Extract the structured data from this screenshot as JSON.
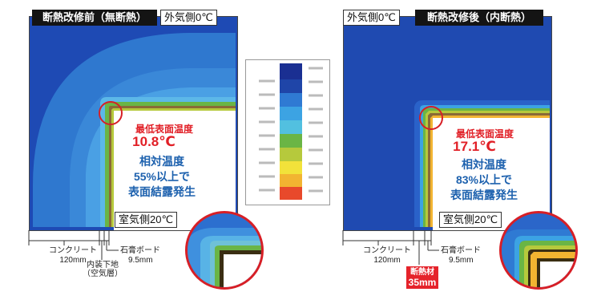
{
  "left_panel": {
    "title": "断熱改修前（無断熱）",
    "outside_label": "外気側0℃",
    "room_label": "室気側20℃",
    "min_temp_heading": "最低表面温度",
    "min_temp_value": "10.8℃",
    "humidity_heading": "相対温度",
    "humidity_value": "55%以上で",
    "condensation": "表面結露発生",
    "dims": {
      "concrete": "コンクリート",
      "concrete_size": "120mm",
      "inner_base": "内装下地",
      "inner_base_note": "（空気層）",
      "gypsum": "石膏ボード",
      "gypsum_size": "9.5mm"
    }
  },
  "right_panel": {
    "title": "断熱改修後（内断熱）",
    "outside_label": "外気側0℃",
    "room_label": "室気側20℃",
    "min_temp_heading": "最低表面温度",
    "min_temp_value": "17.1℃",
    "humidity_heading": "相対温度",
    "humidity_value": "83%以上で",
    "condensation": "表面結露発生",
    "dims": {
      "concrete": "コンクリート",
      "concrete_size": "120mm",
      "gypsum": "石膏ボード",
      "gypsum_size": "9.5mm",
      "insulation": "断熱材",
      "insulation_size": "35mm"
    }
  },
  "colors": {
    "title_bg": "#141414",
    "accent_red": "#e11f26",
    "accent_blue": "#1d61ae",
    "cold_blue": "#1f45a8",
    "mid_blue": "#2f7ad3",
    "green": "#6ab545",
    "brown": "#8a6a36",
    "yellow": "#f2b431"
  }
}
